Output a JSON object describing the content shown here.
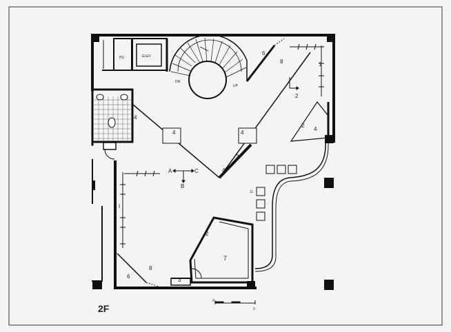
{
  "floor_label": "2F",
  "rooms": {
    "pd": "PD",
    "elev": "ELEV",
    "dn": "DN",
    "up": "UP"
  },
  "direction": {
    "a": "A",
    "b": "B",
    "c": "C"
  },
  "numbers": {
    "n1": "1",
    "n2": "2",
    "n3": "3",
    "n4": "4",
    "n6": "6",
    "n7": "7",
    "n8": "8",
    "n11": "11",
    "nI": "I"
  },
  "scale": {
    "start": "0",
    "end": "3"
  }
}
